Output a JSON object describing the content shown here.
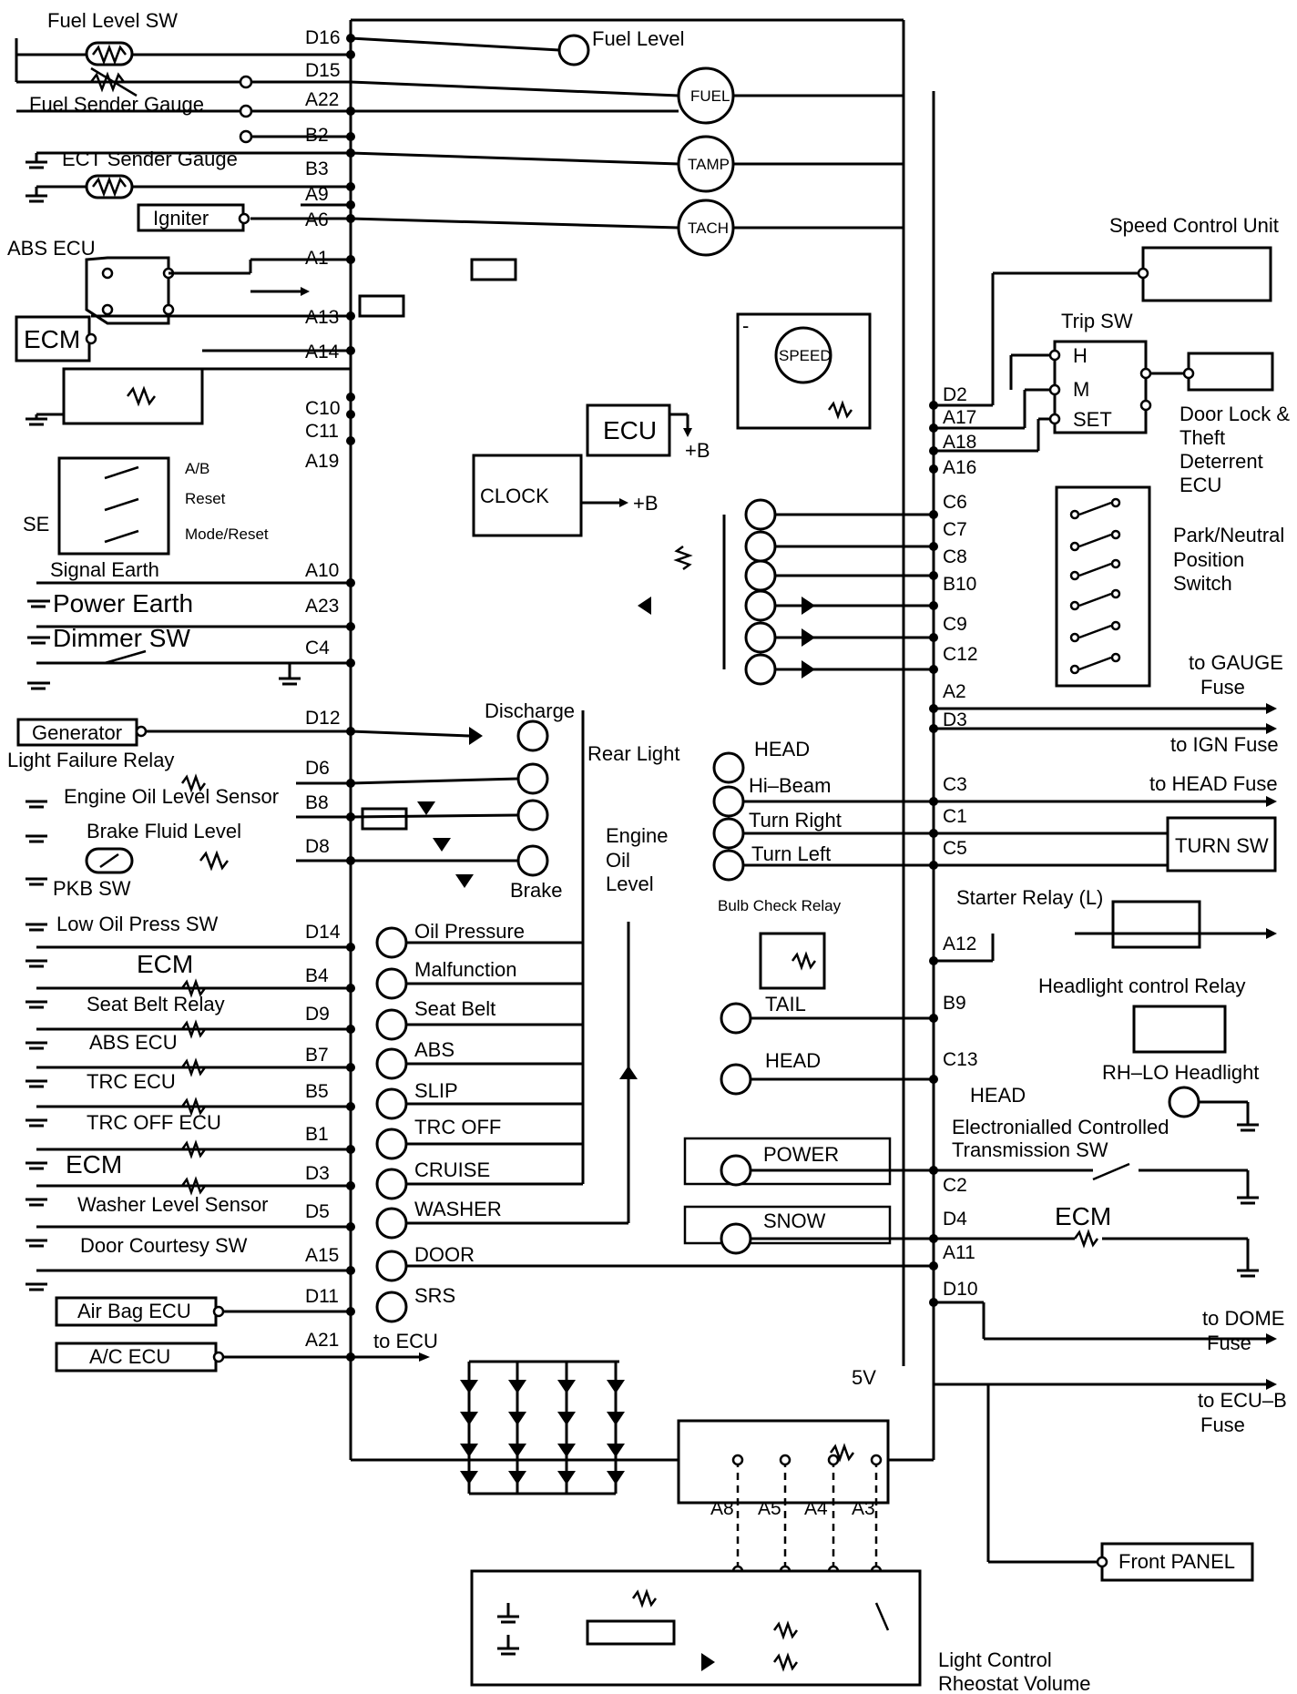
{
  "left": {
    "fuel_level_sw": "Fuel Level SW",
    "fuel_sender_gauge": "Fuel Sender Gauge",
    "ect_sender_gauge": "ECT Sender Gauge",
    "igniter": "Igniter",
    "abs_ecu_top": "ABS ECU",
    "ecm_box": "ECM",
    "ab": "A/B",
    "reset": "Reset",
    "mode_reset": "Mode/Reset",
    "se": "SE",
    "signal_earth": "Signal Earth",
    "power_earth": "Power Earth",
    "dimmer_sw": "Dimmer SW",
    "generator": "Generator",
    "light_failure_relay": "Light Failure Relay",
    "engine_oil_level_sensor": "Engine Oil Level Sensor",
    "brake_fluid_level": "Brake Fluid Level",
    "pkb_sw": "PKB SW",
    "low_oil_press_sw": "Low Oil Press SW",
    "ecm_1": "ECM",
    "seat_belt_relay": "Seat Belt Relay",
    "abs_ecu": "ABS ECU",
    "trc_ecu": "TRC ECU",
    "trc_off_ecu": "TRC OFF ECU",
    "ecm_2": "ECM",
    "washer_level_sensor": "Washer Level Sensor",
    "door_courtesy_sw": "Door Courtesy  SW",
    "air_bag_ecu": "Air Bag ECU",
    "ac_ecu": "A/C ECU"
  },
  "left_pins": [
    "D16",
    "D15",
    "A22",
    "B2",
    "B3",
    "A9",
    "A6",
    "A1",
    "A13",
    "A14",
    "C10",
    "C11",
    "A19",
    "A10",
    "A23",
    "C4",
    "D12",
    "D6",
    "B8",
    "D8",
    "D14",
    "B4",
    "D9",
    "B7",
    "B5",
    "B1",
    "D3",
    "D5",
    "A15",
    "D11",
    "A21"
  ],
  "meter": {
    "fuel_level": "Fuel Level",
    "fuel": "FUEL",
    "temp": "TAMP",
    "tach": "TACH",
    "speed": "SPEED",
    "ecu": "ECU",
    "plus_b_1": "+B",
    "clock": "CLOCK",
    "plus_b_2": "+B",
    "discharge": "Discharge",
    "rear_light": "Rear Light",
    "engine_oil_level": [
      "Engine",
      "Oil",
      "Level"
    ],
    "brake": "Brake",
    "head_1": "HEAD",
    "hi_beam": "Hi–Beam",
    "turn_right": "Turn Right",
    "turn_left": "Turn Left",
    "bulb_check_relay": "Bulb Check Relay",
    "tail": "TAIL",
    "head_2": "HEAD",
    "power": "POWER",
    "snow": "SNOW",
    "five_v": "5V",
    "to_ecu": "to ECU",
    "minus": "-"
  },
  "warning_lamps": [
    "Oil Pressure",
    "Malfunction",
    "Seat Belt",
    "ABS",
    "SLIP",
    "TRC OFF",
    "CRUISE",
    "WASHER",
    "DOOR",
    "SRS"
  ],
  "right_pins": [
    "D2",
    "A17",
    "A18",
    "A16",
    "C6",
    "C7",
    "C8",
    "B10",
    "C9",
    "C12",
    "A2",
    "D3",
    "C3",
    "C1",
    "C5",
    "A12",
    "B9",
    "C13",
    "C2",
    "D4",
    "A11",
    "D10"
  ],
  "bottom_pins": [
    "A8",
    "A5",
    "A4",
    "A3"
  ],
  "right": {
    "speed_control_unit": "Speed Control Unit",
    "trip_sw": "Trip SW",
    "h": "H",
    "m": "M",
    "set": "SET",
    "door_lock_ecu": [
      "Door Lock &",
      "Theft",
      "Deterrent",
      "ECU"
    ],
    "park_neutral": [
      "Park/Neutral",
      "Position",
      "Switch"
    ],
    "to_gauge_fuse": [
      "to GAUGE",
      "Fuse"
    ],
    "to_ign_fuse": "to IGN Fuse",
    "to_head_fuse": "to HEAD Fuse",
    "turn_sw": "TURN SW",
    "starter_relay": "Starter Relay (L)",
    "headlight_control_relay": "Headlight control Relay",
    "head_fuse": "HEAD",
    "rh_lo_headlight": "RH–LO Headlight",
    "ect_sw": [
      "Electronialled Controlled",
      "Transmission SW"
    ],
    "ecm": "ECM",
    "to_dome_fuse": [
      "to DOME",
      "Fuse"
    ],
    "to_ecu_b_fuse": [
      "to ECU–B",
      "Fuse"
    ],
    "front_panel": "Front PANEL",
    "light_control": [
      "Light Control",
      "Rheostat Volume"
    ]
  }
}
